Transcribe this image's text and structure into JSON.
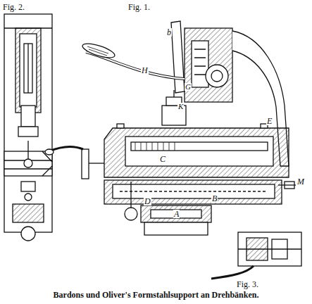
{
  "diagram": {
    "caption": "Bardons und Oliver's Formstahlsupport an Drehbänken.",
    "labels": [
      "Fig. 2.",
      "Fig. 1.",
      "b",
      "H",
      "G",
      "K",
      "E",
      "C",
      "M",
      "D",
      "B",
      "A",
      "Fig. 3."
    ]
  }
}
